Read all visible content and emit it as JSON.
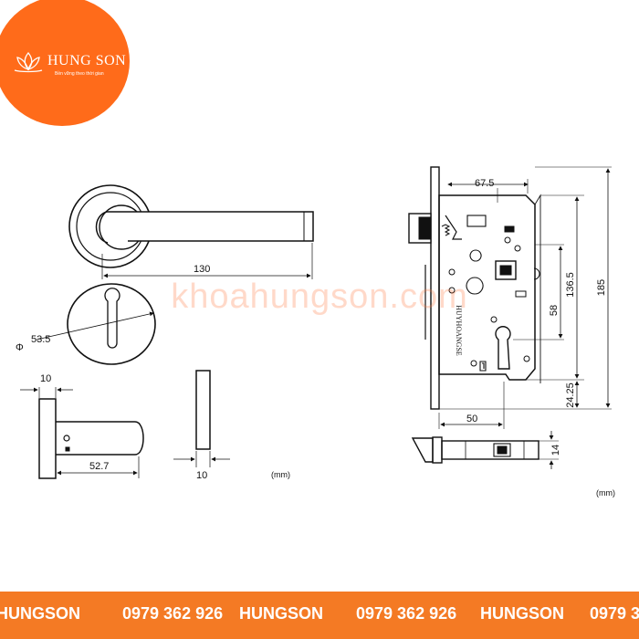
{
  "logo": {
    "brand": "HUNG SON",
    "tagline": "Bền vững theo thời gian",
    "icon": "lotus-icon",
    "color": "#ff6b1a"
  },
  "watermark": "khoahungson.com",
  "dimensions": {
    "handle_length": "130",
    "rose_diameter_symbol": "Φ",
    "rose_diameter": "53.5",
    "rose_thickness": "10",
    "spindle_length": "52.7",
    "side_thickness": "10",
    "body_width": "67.5",
    "body_height": "136.5",
    "backset_height": "58",
    "total_height": "185",
    "bottom_offset": "24.25",
    "backset": "50",
    "latch_height": "14"
  },
  "units": "(mm)",
  "footer": {
    "brand": "HUNGSON",
    "phone": "0979 362 926",
    "color": "#f47a24"
  }
}
